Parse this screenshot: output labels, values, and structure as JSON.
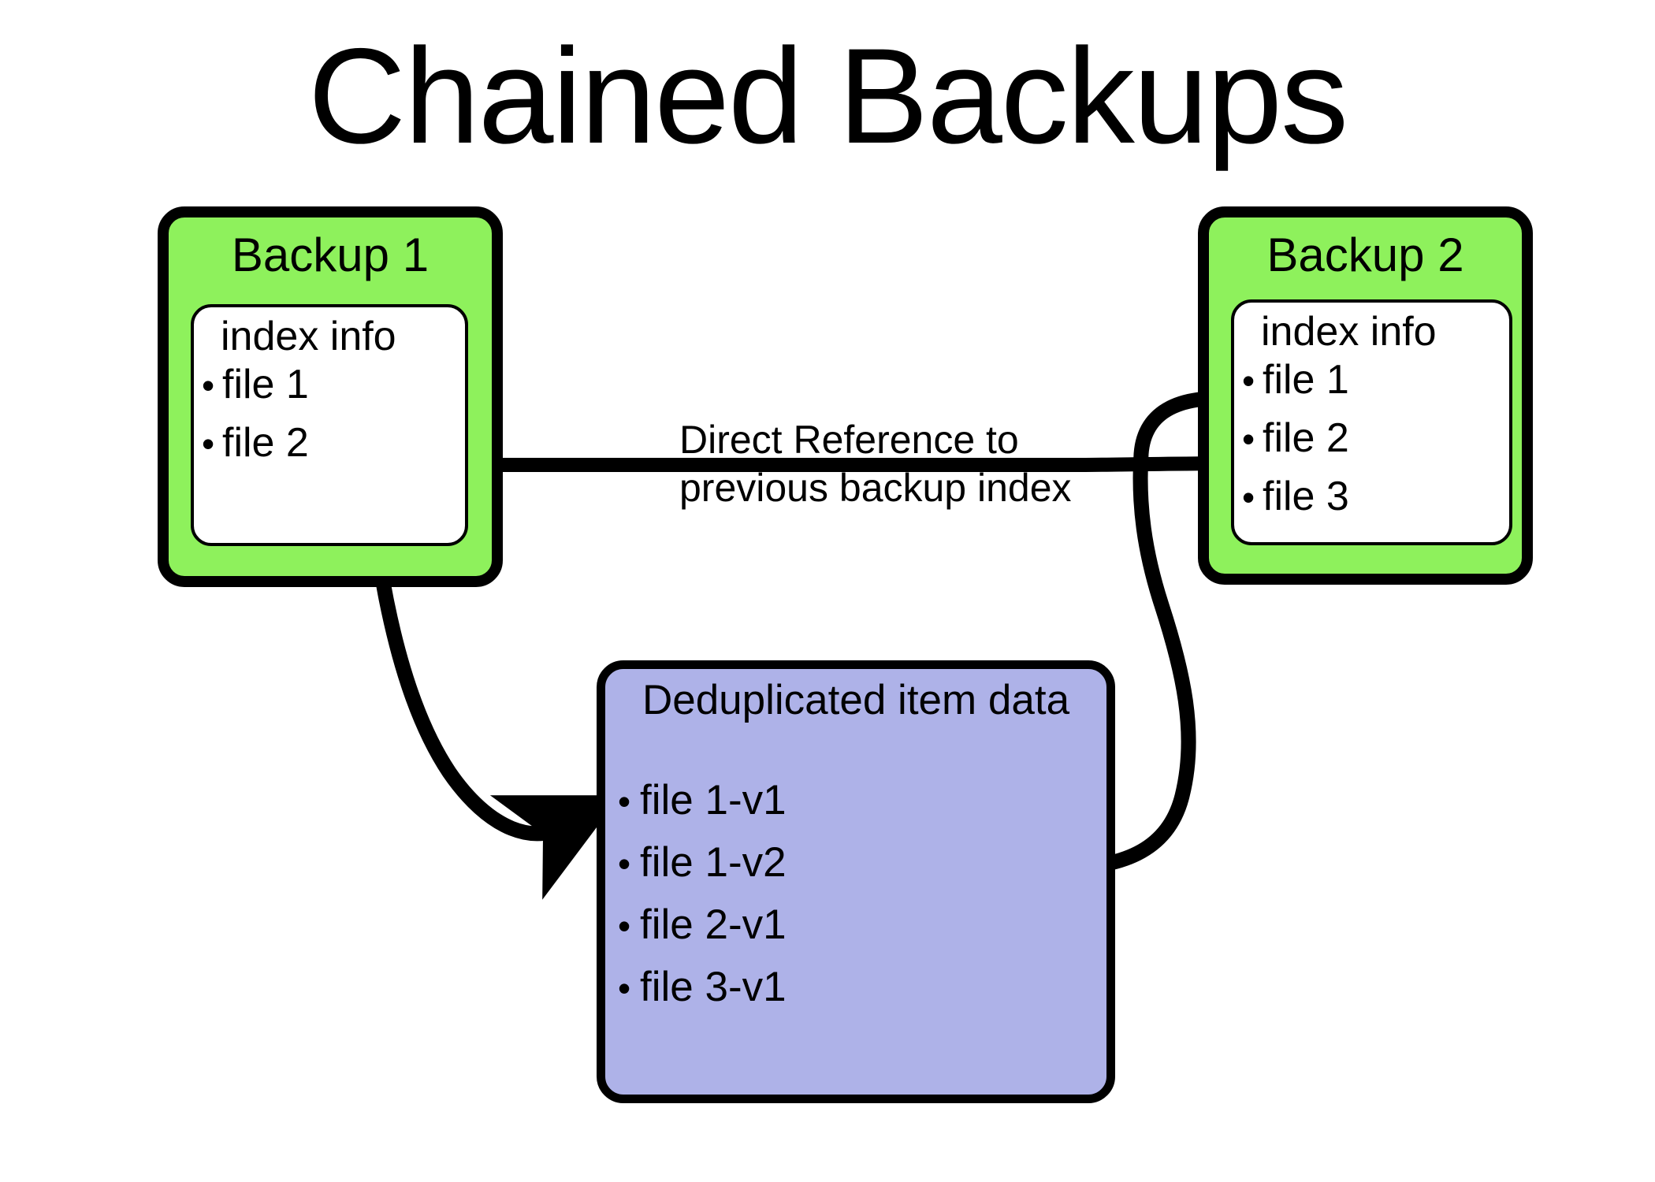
{
  "page": {
    "title": "Chained Backups",
    "background_color": "#ffffff",
    "colors": {
      "backup_fill": "#8EF15C",
      "dedup_fill": "#AEB2E8",
      "stroke": "#000000",
      "index_fill": "#ffffff"
    }
  },
  "backups": [
    {
      "id": "backup-1",
      "title": "Backup 1",
      "index": {
        "heading": "index info",
        "bullet": "•",
        "files": [
          "file 1",
          "file 2"
        ]
      }
    },
    {
      "id": "backup-2",
      "title": "Backup 2",
      "index": {
        "heading": "index info",
        "bullet": "•",
        "files": [
          "file 1",
          "file 2",
          "file 3"
        ]
      }
    }
  ],
  "dedup": {
    "title": "Deduplicated item data",
    "bullet": "•",
    "items": [
      "file 1-v1",
      "file 1-v2",
      "file 2-v1",
      "file 3-v1"
    ]
  },
  "annotations": {
    "reference_label_line_1": "Direct Reference to",
    "reference_label_line_2": "previous backup index"
  },
  "connectors": [
    {
      "name": "backup2-index-to-backup1-index",
      "from": "backup-2.index.file 2",
      "to": "backup-1.index.file 2",
      "arrowhead": "end",
      "label": "Direct Reference to previous backup index"
    },
    {
      "name": "backup1-file1-to-dedup-file1v1",
      "from": "backup-1.index.file 1",
      "to": "dedup.file 1-v1",
      "arrowhead": "end"
    },
    {
      "name": "backup2-file1-to-dedup-file1v2",
      "from": "backup-2.index.file 1",
      "to": "dedup.file 1-v2",
      "arrowhead": "end"
    }
  ]
}
